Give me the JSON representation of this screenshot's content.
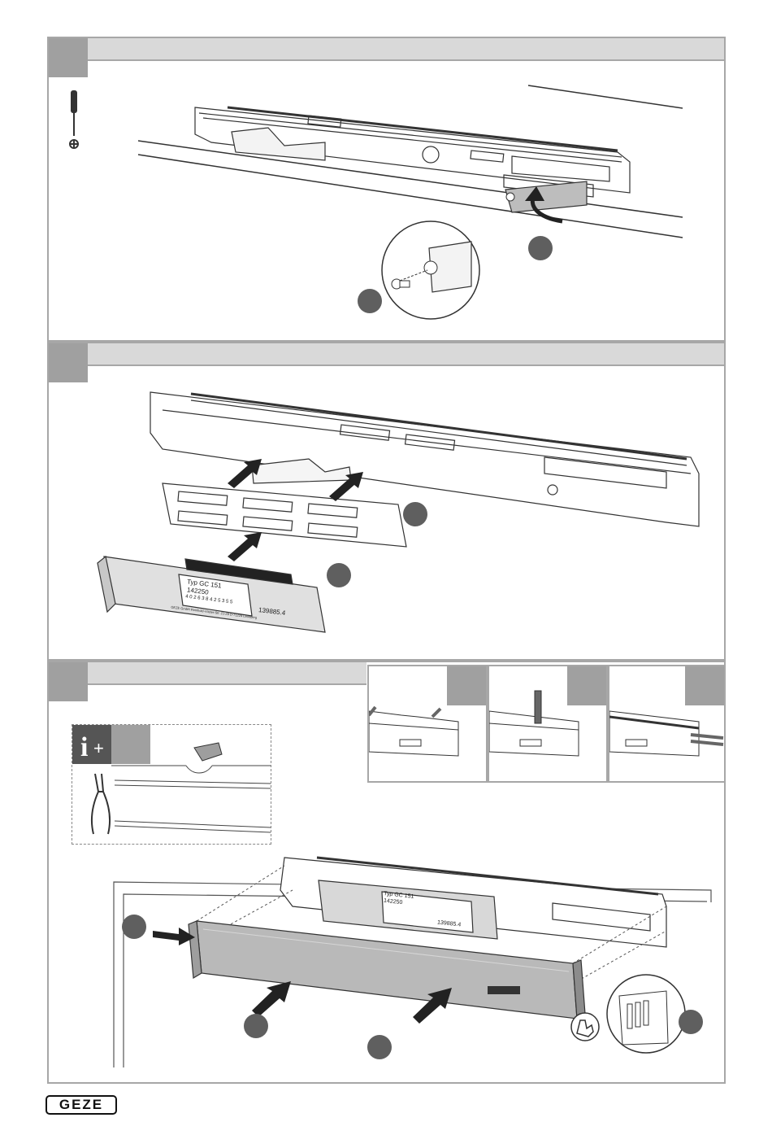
{
  "brand": {
    "logo_text": "GEZE"
  },
  "module": {
    "label_top": "Typ GC 151",
    "label_number": "142250",
    "part_number": "139885.4",
    "barcode_text": "4 0 2 6 3 8 4 2 5 3 5 5",
    "footer_text": "GEZE GmbH Reinhold-Vöster-Str. 21-29 D-71229 Leonberg"
  },
  "installed_module": {
    "label_top": "Typ GC 151",
    "label_number": "142250",
    "part_number": "139885.4"
  },
  "colors": {
    "panel_border": "#a7a7a7",
    "header": "#d9d9d9",
    "step_box": "#a0a0a0",
    "callout": "#5f5f5f",
    "cover": "#b9b9b9"
  },
  "icons": [
    "screwdriver-icon",
    "info-icon",
    "pliers-icon",
    "push-hand-icon",
    "arrow-icon"
  ]
}
